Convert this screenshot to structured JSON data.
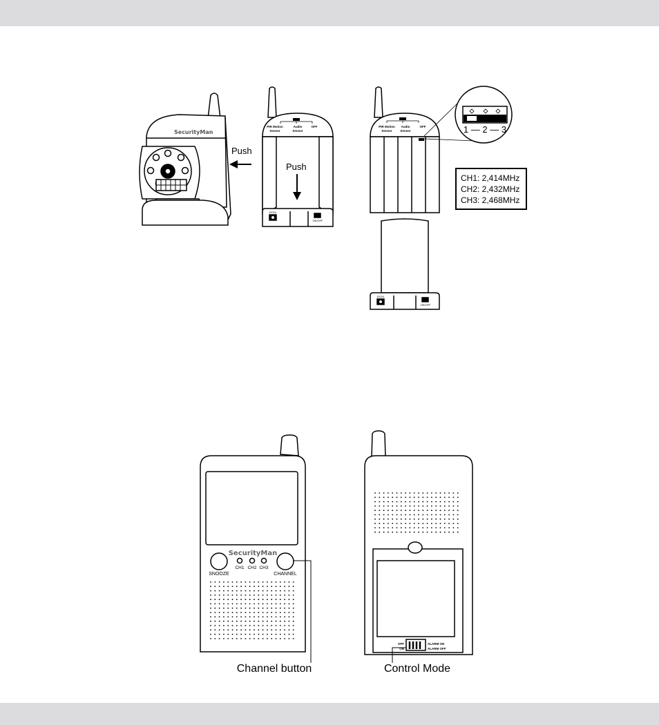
{
  "camera_side": {
    "push_label": "Push",
    "brand": "SecurityMan"
  },
  "camera_back": {
    "push_label": "Push",
    "switch_labels": [
      "PIR Motion",
      "Sensor",
      "Audio",
      "Sensor",
      "OFF"
    ],
    "dc_label": "DC5V",
    "power_label": "ON/OFF"
  },
  "camera_channel": {
    "switch_labels": [
      "PIR Motion",
      "Sensor",
      "Audio",
      "Sensor",
      "OFF"
    ],
    "dip_numbers": "1 — 2 — 3",
    "frequencies": [
      "CH1: 2,414MHz",
      "CH2: 2,432MHz",
      "CH3: 2,468MHz"
    ],
    "dc_label": "DC5V",
    "power_label": "ON/OFF"
  },
  "receiver_front": {
    "brand": "SecurityMan",
    "snooze_label": "SNOOZE",
    "channel_label": "CHANNEL",
    "led_labels": [
      "CH1",
      "CH2",
      "CH3"
    ],
    "callout": "Channel button"
  },
  "receiver_back": {
    "switch_left_labels": [
      "OFF",
      "ON"
    ],
    "switch_right_labels": [
      "ALARM ON",
      "ALARM OFF"
    ],
    "callout": "Control Mode"
  }
}
